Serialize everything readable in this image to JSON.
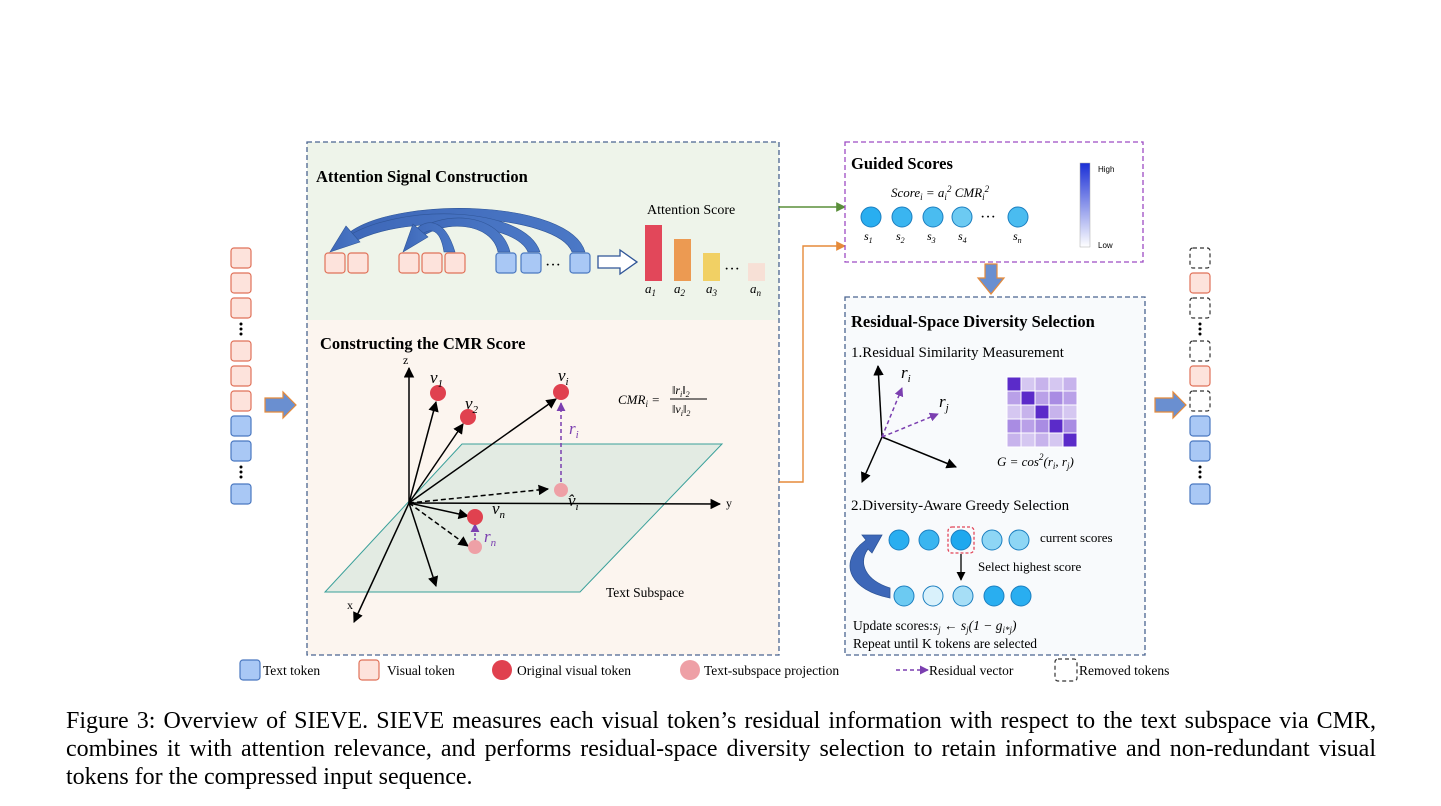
{
  "attention_panel": {
    "title": "Attention Signal Construction",
    "score_label": "Attention Score",
    "ellipsis": "···",
    "bar_labels": [
      "a1",
      "a2",
      "a3",
      "an"
    ],
    "relative_values": [
      1.0,
      0.75,
      0.5,
      0.32
    ],
    "colors": [
      "#e2475a",
      "#ec9a52",
      "#f1d064",
      "#f7e0d6"
    ]
  },
  "cmr_panel": {
    "title": "Constructing the CMR Score",
    "formula": "CMR_i = ||r_i||_2 / ||v_i||_2",
    "axis_z": "z",
    "axis_y": "y",
    "axis_x": "x",
    "plane_label": "Text Subspace",
    "points": [
      "v1",
      "v2",
      "vi",
      "vn"
    ],
    "projections": [
      "v̂i"
    ],
    "residuals": [
      "ri",
      "rn"
    ]
  },
  "guided_panel": {
    "title": "Guided Scores",
    "formula": "Score_i = a_i^2 CMR_i^2",
    "score_labels": [
      "s1",
      "s2",
      "s3",
      "s4",
      "sn"
    ],
    "ellipsis": "···",
    "colorbar_high": "High",
    "colorbar_low": "Low"
  },
  "diversity_panel": {
    "title": "Residual-Space Diversity Selection",
    "step1": "1.Residual Similarity Measurement",
    "vector_labels": [
      "ri",
      "rj"
    ],
    "gram_formula": "G = cos²(ri, rj)",
    "step2": "2.Diversity-Aware Greedy Selection",
    "current_scores": "current scores",
    "select_highest": "Select highest score",
    "update_scores": "Update scores: sj ← sj(1 − gi*j)",
    "repeat": "Repeat  until K tokens are selected"
  },
  "input_sequence": [
    "visual",
    "visual",
    "visual",
    "dots",
    "visual",
    "visual",
    "visual",
    "text",
    "text",
    "dots",
    "text"
  ],
  "output_sequence": [
    "removed",
    "visual",
    "removed",
    "dots",
    "removed",
    "visual",
    "removed",
    "text",
    "text",
    "dots",
    "text"
  ],
  "legend": [
    {
      "label": "Text token",
      "icon": "text-token"
    },
    {
      "label": "Visual token",
      "icon": "visual-token"
    },
    {
      "label": "Original visual token",
      "icon": "original-visual-token"
    },
    {
      "label": "Text-subspace projection",
      "icon": "text-subspace-projection"
    },
    {
      "label": "Residual vector",
      "icon": "residual-vector"
    },
    {
      "label": "Removed tokens",
      "icon": "removed-token"
    }
  ],
  "caption": {
    "label": "Figure 3:",
    "text": "Overview of SIEVE. SIEVE measures each visual token’s residual information with respect to the text subspace via CMR, combines it with attention relevance, and performs residual-space diversity selection to retain informative and non-redundant visual tokens for the compressed input sequence."
  },
  "colors": {
    "text_token_fill": "#a9c8f5",
    "text_token_stroke": "#4a78c0",
    "visual_token_fill": "#fde3dc",
    "visual_token_stroke": "#e07259",
    "original_point": "#e0414f",
    "projection_point": "#eea0a6",
    "residual": "#7b3fb0",
    "score_circle": "#29aef0",
    "panel_border": "#4a6590"
  }
}
